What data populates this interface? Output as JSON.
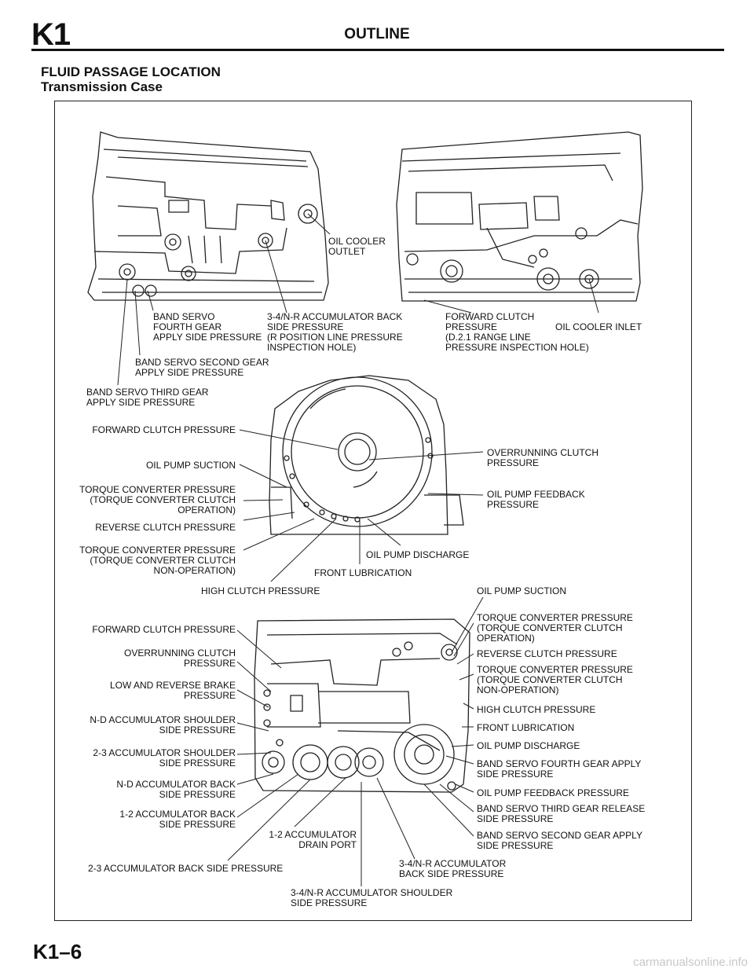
{
  "header": {
    "section_code": "K1",
    "title": "OUTLINE"
  },
  "headings": {
    "main": "FLUID PASSAGE LOCATION",
    "sub": "Transmission Case"
  },
  "top_labels": {
    "oil_cooler_outlet": "OIL COOLER\nOUTLET",
    "band_servo_fourth": "BAND SERVO\nFOURTH GEAR\nAPPLY SIDE PRESSURE",
    "accum_back": "3-4/N-R ACCUMULATOR BACK\nSIDE PRESSURE\n(R POSITION LINE PRESSURE\nINSPECTION HOLE)",
    "forward_clutch": "FORWARD CLUTCH\nPRESSURE\n(D.2.1 RANGE LINE\nPRESSURE INSPECTION HOLE)",
    "oil_cooler_inlet": "OIL COOLER INLET",
    "band_servo_second": "BAND SERVO SECOND GEAR\nAPPLY SIDE PRESSURE",
    "band_servo_third": "BAND SERVO THIRD GEAR\nAPPLY SIDE PRESSURE"
  },
  "middle_left": {
    "forward_clutch": "FORWARD CLUTCH PRESSURE",
    "oil_pump_suction": "OIL PUMP SUCTION",
    "tc_operation": "TORQUE CONVERTER PRESSURE\n(TORQUE CONVERTER CLUTCH\nOPERATION)",
    "reverse_clutch": "REVERSE CLUTCH PRESSURE",
    "tc_non_operation": "TORQUE CONVERTER PRESSURE\n(TORQUE CONVERTER CLUTCH\nNON-OPERATION)"
  },
  "middle_right": {
    "overrunning": "OVERRUNNING CLUTCH\nPRESSURE",
    "pump_feedback": "OIL PUMP FEEDBACK\nPRESSURE"
  },
  "middle_bottom": {
    "pump_discharge": "OIL PUMP DISCHARGE",
    "front_lubrication": "FRONT LUBRICATION",
    "high_clutch": "HIGH CLUTCH PRESSURE",
    "oil_pump_suction": "OIL PUMP SUCTION"
  },
  "bottom_left": {
    "forward_clutch": "FORWARD CLUTCH PRESSURE",
    "overrunning": "OVERRUNNING CLUTCH\nPRESSURE",
    "low_reverse": "LOW AND REVERSE BRAKE\nPRESSURE",
    "nd_shoulder": "N-D ACCUMULATOR SHOULDER\nSIDE PRESSURE",
    "a23_shoulder": "2-3 ACCUMULATOR SHOULDER\nSIDE PRESSURE",
    "nd_back": "N-D ACCUMULATOR BACK\nSIDE PRESSURE",
    "a12_back": "1-2 ACCUMULATOR BACK\nSIDE PRESSURE",
    "a12_drain": "1-2 ACCUMULATOR\nDRAIN PORT",
    "a23_back": "2-3 ACCUMULATOR BACK SIDE PRESSURE"
  },
  "bottom_right": {
    "tc_operation": "TORQUE CONVERTER PRESSURE\n(TORQUE CONVERTER CLUTCH\nOPERATION)",
    "reverse_clutch": "REVERSE CLUTCH PRESSURE",
    "tc_non_operation": "TORQUE CONVERTER PRESSURE\n(TORQUE CONVERTER CLUTCH\nNON-OPERATION)",
    "high_clutch": "HIGH CLUTCH PRESSURE",
    "front_lubrication": "FRONT LUBRICATION",
    "pump_discharge": "OIL PUMP DISCHARGE",
    "band_fourth_apply": "BAND SERVO FOURTH GEAR APPLY\nSIDE PRESSURE",
    "pump_feedback": "OIL PUMP FEEDBACK PRESSURE",
    "band_third_release": "BAND SERVO THIRD GEAR RELEASE\nSIDE PRESSURE",
    "band_second_apply": "BAND SERVO SECOND GEAR APPLY\nSIDE PRESSURE"
  },
  "bottom_center": {
    "accum_back": "3-4/N-R ACCUMULATOR\nBACK SIDE PRESSURE",
    "accum_shoulder": "3-4/N-R ACCUMULATOR SHOULDER\nSIDE PRESSURE"
  },
  "footer": {
    "page": "K1–6",
    "watermark": "carmanualsonline.info"
  }
}
